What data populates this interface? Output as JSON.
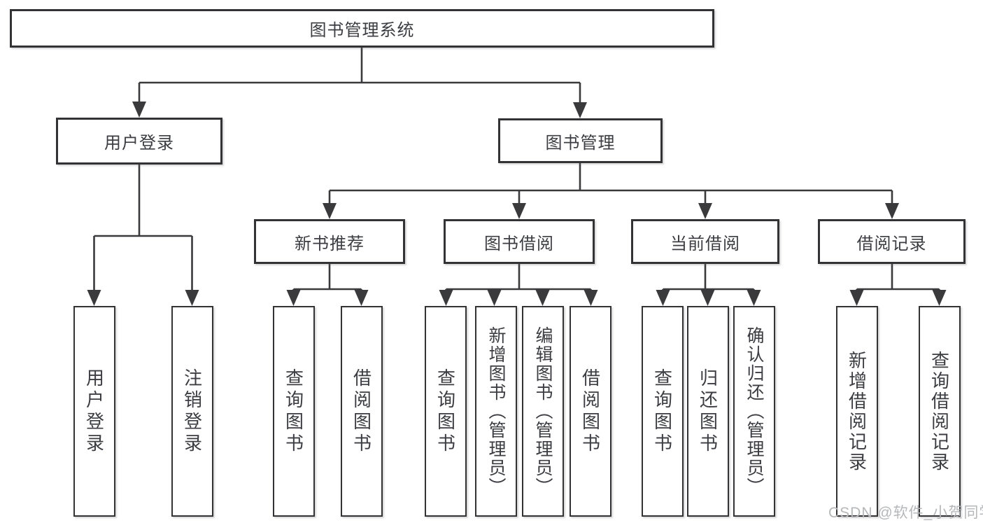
{
  "diagram": {
    "type": "hierarchy-tree",
    "root": {
      "label": "图书管理系统",
      "children": [
        {
          "label": "用户登录",
          "children": [
            {
              "label": "用户登录"
            },
            {
              "label": "注销登录"
            }
          ]
        },
        {
          "label": "图书管理",
          "children": [
            {
              "label": "新书推荐",
              "children": [
                {
                  "label": "查询图书"
                },
                {
                  "label": "借阅图书"
                }
              ]
            },
            {
              "label": "图书借阅",
              "children": [
                {
                  "label": "查询图书"
                },
                {
                  "label": "新增图书（管理员）"
                },
                {
                  "label": "编辑图书（管理员）"
                },
                {
                  "label": "借阅图书"
                }
              ]
            },
            {
              "label": "当前借阅",
              "children": [
                {
                  "label": "查询图书"
                },
                {
                  "label": "归还图书"
                },
                {
                  "label": "确认归还（管理员）"
                }
              ]
            },
            {
              "label": "借阅记录",
              "children": [
                {
                  "label": "新增借阅记录"
                },
                {
                  "label": "查询借阅记录"
                }
              ]
            }
          ]
        }
      ]
    },
    "colors": {
      "line": "#3a3a3d",
      "box_border": "#333336",
      "text": "#3c3d42",
      "background": "#ffffff",
      "watermark_text": "#b5b7b9"
    }
  },
  "watermark": {
    "text": "CSDN @软件_小贺同学"
  }
}
